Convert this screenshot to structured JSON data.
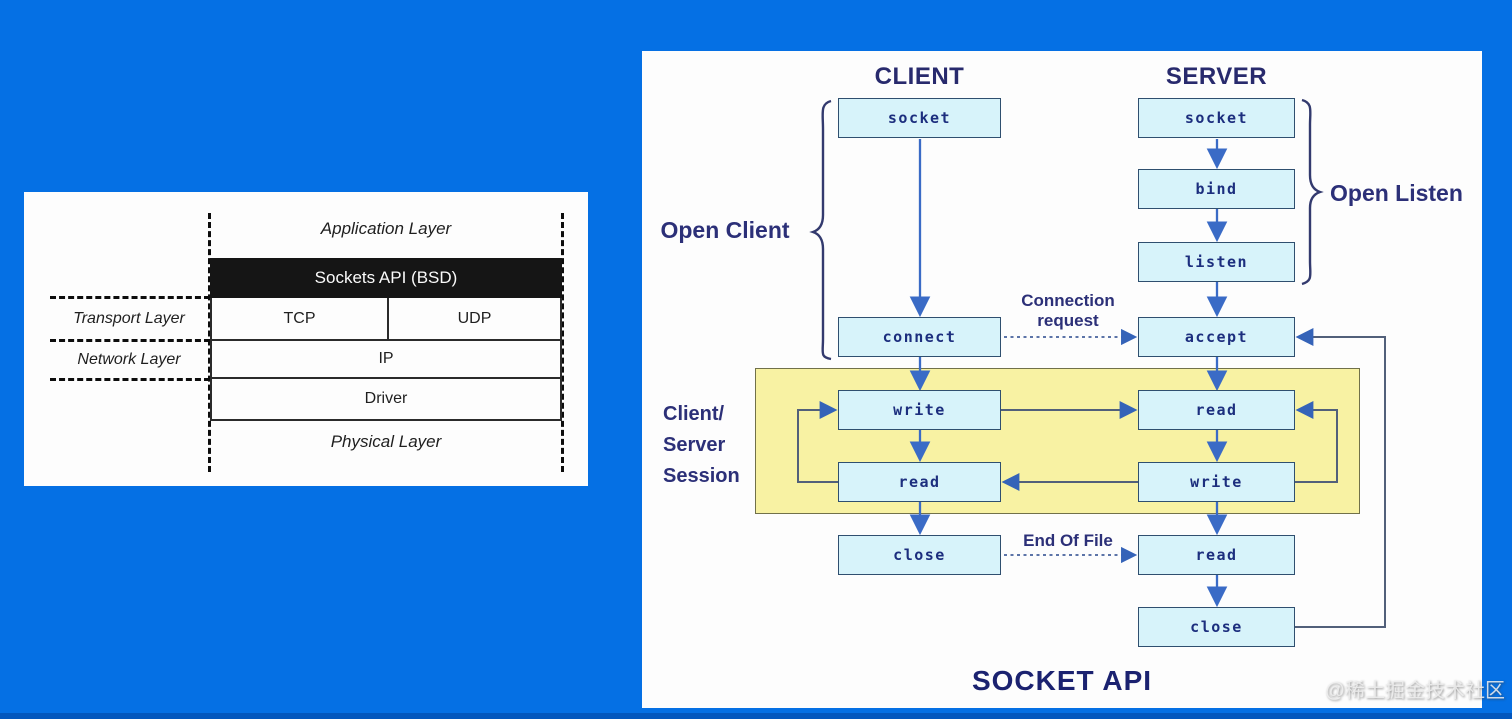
{
  "page": {
    "watermark": "@稀土掘金技术社区"
  },
  "colors": {
    "background": "#0570e4",
    "panel": "#fdfdfd",
    "box_fill": "#d7f3fa",
    "box_border": "#2f4f6f",
    "box_text": "#1c2e7e",
    "label_text": "#2c3078",
    "arrow_blue": "#3a6bc6",
    "arrow_dark": "#52607a",
    "session_fill": "#f8f2a3",
    "black_bar": "#151515"
  },
  "stack_diagram": {
    "application_layer": "Application Layer",
    "sockets_api": "Sockets API (BSD)",
    "transport_layer": "Transport Layer",
    "network_layer": "Network Layer",
    "tcp": "TCP",
    "udp": "UDP",
    "ip": "IP",
    "driver": "Driver",
    "physical_layer": "Physical Layer"
  },
  "socket_diagram": {
    "client_header": "CLIENT",
    "server_header": "SERVER",
    "open_client": "Open Client",
    "open_listen": "Open Listen",
    "connection_request": [
      "Connection",
      "request"
    ],
    "session_label": [
      "Client/",
      "Server",
      "Session"
    ],
    "end_of_file": "End Of File",
    "title": "SOCKET API",
    "client": {
      "socket": "socket",
      "connect": "connect",
      "write": "write",
      "read": "read",
      "close": "close"
    },
    "server": {
      "socket": "socket",
      "bind": "bind",
      "listen": "listen",
      "accept": "accept",
      "read1": "read",
      "write": "write",
      "read2": "read",
      "close": "close"
    }
  }
}
